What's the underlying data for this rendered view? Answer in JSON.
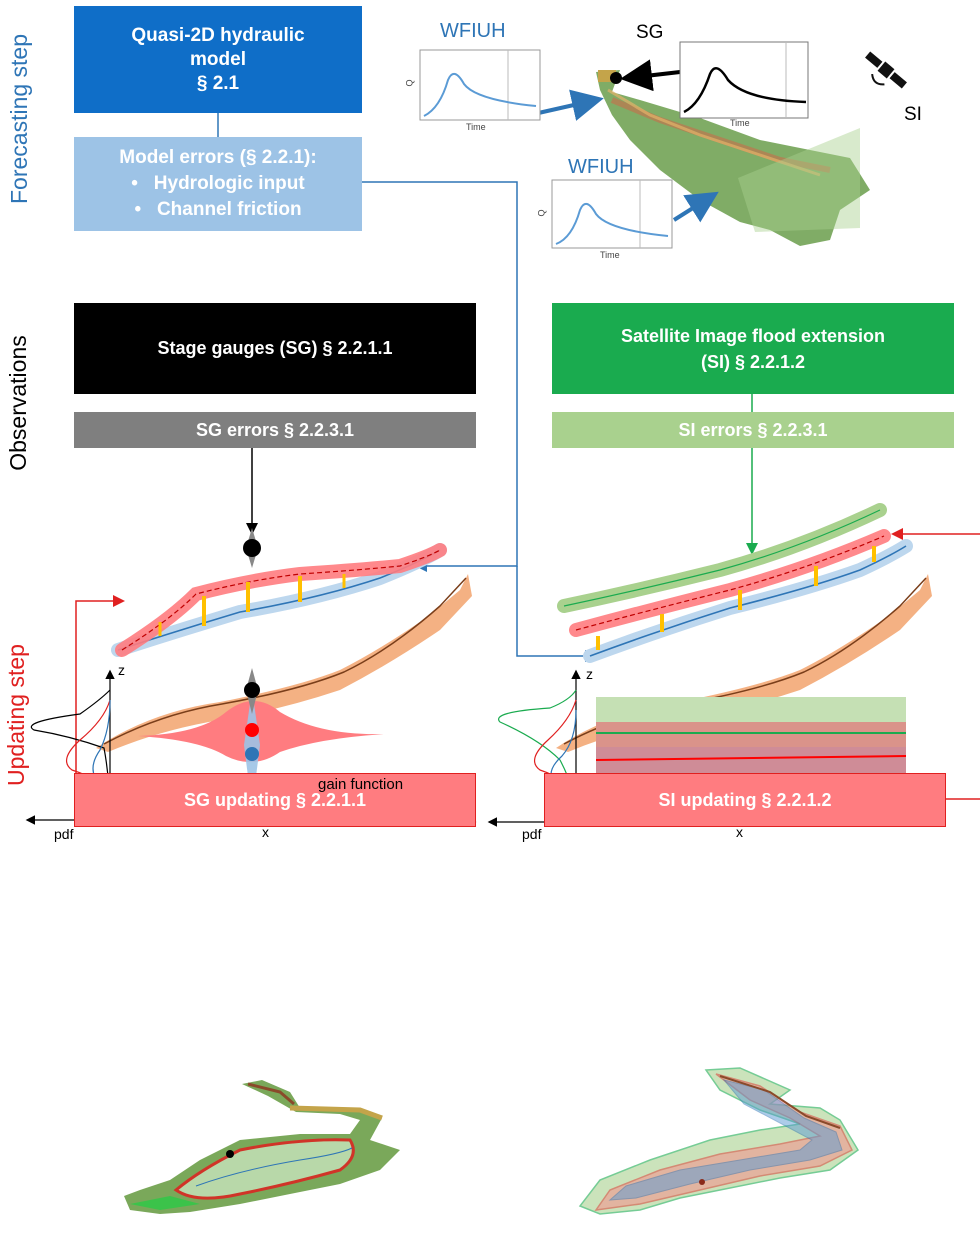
{
  "side_labels": {
    "forecasting": "Forecasting step",
    "observations": "Observations",
    "updating": "Updating step"
  },
  "boxes": {
    "hydraulic_model": {
      "line1": "Quasi-2D hydraulic",
      "line2": "model",
      "line3": "§ 2.1"
    },
    "model_errors": {
      "title": "Model errors (§ 2.2.1):",
      "bullet1": "Hydrologic input",
      "bullet2": "Channel friction"
    },
    "stage_gauges": "Stage gauges (SG) § 2.2.1.1",
    "sg_errors": "SG errors § 2.2.3.1",
    "satellite": {
      "line1": "Satellite Image flood extension",
      "line2": "(SI) § 2.2.1.2"
    },
    "si_errors": "SI errors § 2.2.3.1",
    "sg_updating": "SG updating § 2.2.1.1",
    "si_updating": "SI updating § 2.2.1.2"
  },
  "figure_labels": {
    "wfiuh_top": "WFIUH",
    "wfiuh_bottom": "WFIUH",
    "sg": "SG",
    "si": "SI",
    "hydrograph_y": "Q",
    "hydrograph_x": "Time",
    "z_axis": "z",
    "x_axis": "x",
    "pdf_axis": "pdf",
    "gain_function": "gain function"
  },
  "colors": {
    "forecast_blue": "#0f6ec8",
    "error_lightblue": "#9dc3e6",
    "sg_black": "#000000",
    "sg_gray": "#7f7f7f",
    "si_green": "#1aab4f",
    "si_lightgreen": "#a9d18e",
    "updating_red": "#ff7c80",
    "arrow_red": "#e02020"
  }
}
